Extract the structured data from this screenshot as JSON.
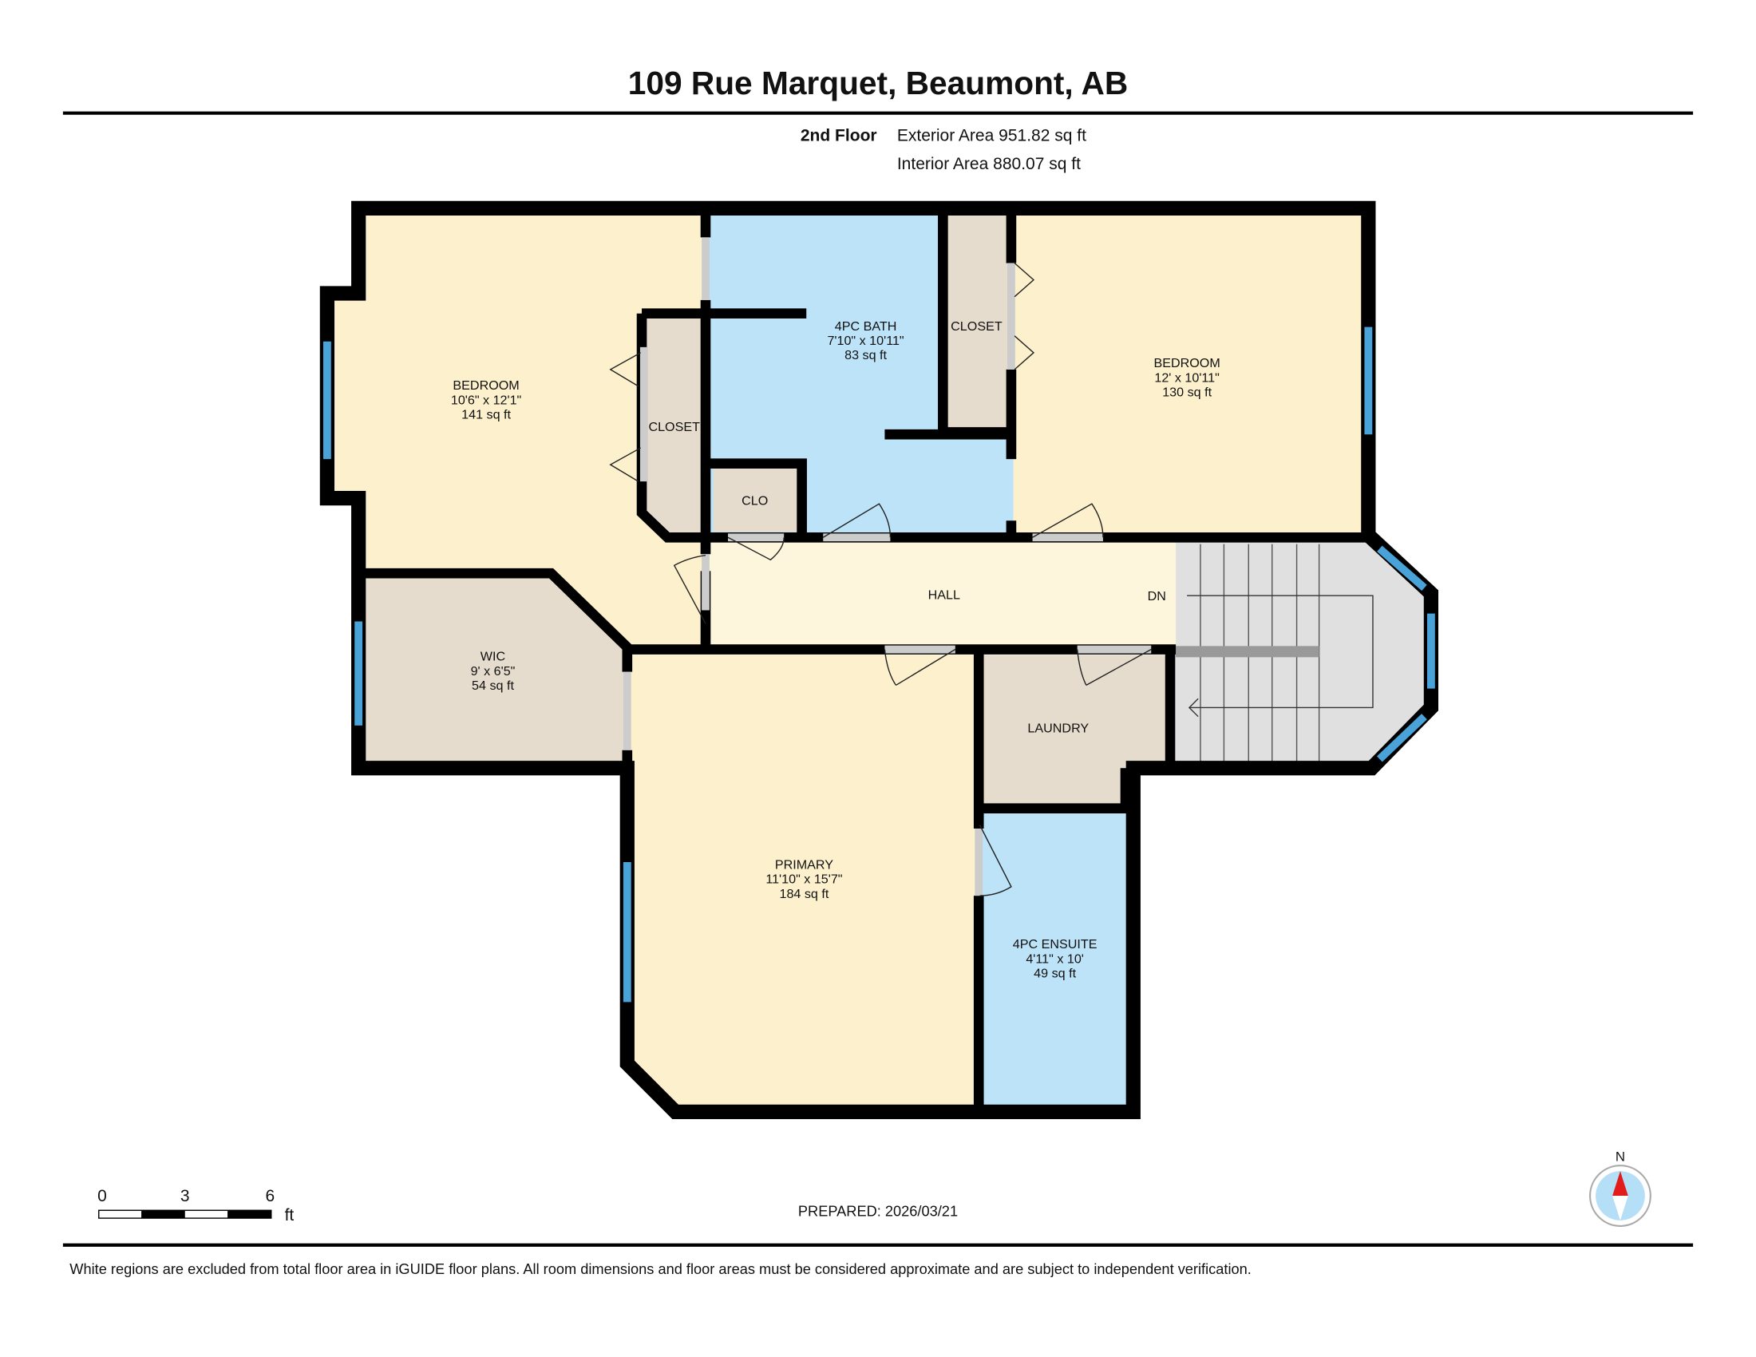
{
  "header": {
    "title": "109 Rue Marquet, Beaumont, AB",
    "floor": "2nd Floor",
    "exterior_area": "Exterior Area 951.82 sq ft",
    "interior_area": "Interior Area 880.07 sq ft"
  },
  "rooms": {
    "bedroom1": {
      "name": "BEDROOM",
      "dims": "10'6\" x 12'1\"",
      "area": "141 sq ft"
    },
    "closet1": {
      "name": "CLOSET"
    },
    "bath": {
      "name": "4PC BATH",
      "dims": "7'10\" x 10'11\"",
      "area": "83 sq ft"
    },
    "closet2": {
      "name": "CLOSET"
    },
    "clo": {
      "name": "CLO"
    },
    "bedroom2": {
      "name": "BEDROOM",
      "dims": "12' x 10'11\"",
      "area": "130 sq ft"
    },
    "hall": {
      "name": "HALL"
    },
    "stairs": {
      "name": "DN"
    },
    "wic": {
      "name": "WIC",
      "dims": "9' x 6'5\"",
      "area": "54 sq ft"
    },
    "primary": {
      "name": "PRIMARY",
      "dims": "11'10\" x 15'7\"",
      "area": "184 sq ft"
    },
    "laundry": {
      "name": "LAUNDRY"
    },
    "ensuite": {
      "name": "4PC ENSUITE",
      "dims": "4'11\" x 10'",
      "area": "49 sq ft"
    }
  },
  "colors": {
    "bedroom": "#fdf0cc",
    "bath": "#bde3f8",
    "closet": "#e6dccd",
    "hall": "#fdf6dc",
    "stairs": "#e0e0e0",
    "window": "#4aa3d8"
  },
  "scale_bar": {
    "ticks": [
      "0",
      "3",
      "6"
    ],
    "unit": "ft"
  },
  "prepared": "PREPARED: 2026/03/21",
  "compass": {
    "label": "N"
  },
  "footer": {
    "disclaimer": "White regions are excluded from total floor area in iGUIDE floor plans. All room dimensions and floor areas must be considered approximate and are subject to independent verification."
  }
}
